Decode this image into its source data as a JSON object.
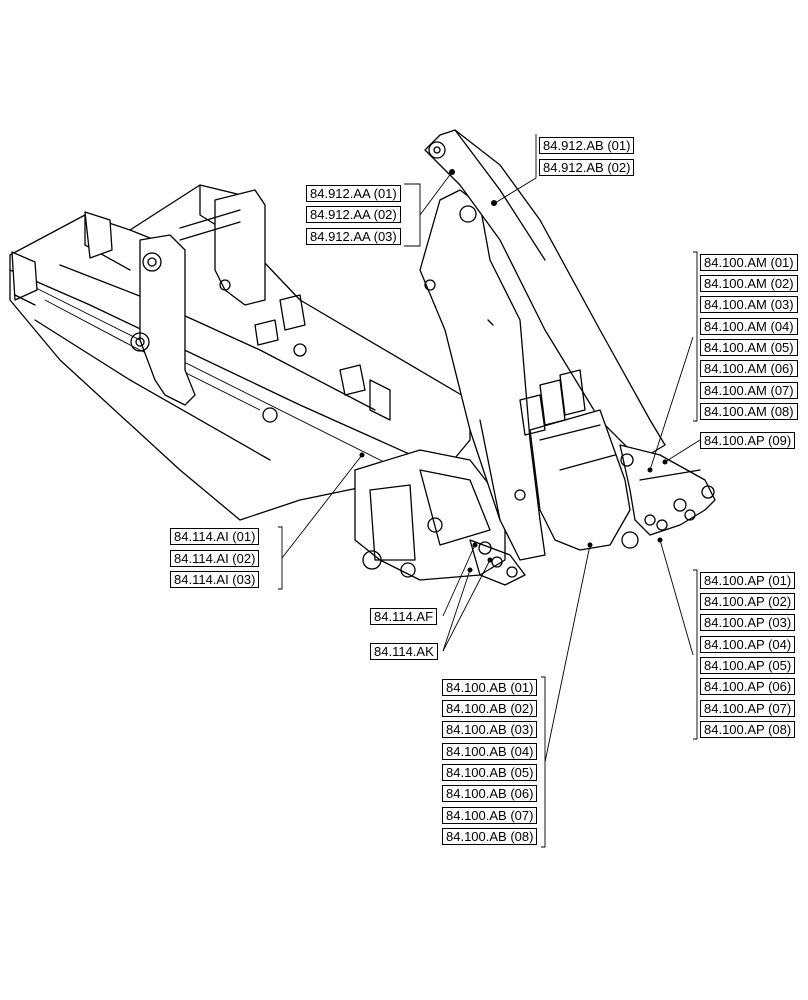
{
  "groups": {
    "g912ab": [
      "84.912.AB (01)",
      "84.912.AB (02)"
    ],
    "g912aa": [
      "84.912.AA (01)",
      "84.912.AA (02)",
      "84.912.AA (03)"
    ],
    "g100am": [
      "84.100.AM (01)",
      "84.100.AM (02)",
      "84.100.AM (03)",
      "84.100.AM (04)",
      "84.100.AM (05)",
      "84.100.AM (06)",
      "84.100.AM (07)",
      "84.100.AM (08)"
    ],
    "g100ap9": [
      "84.100.AP (09)"
    ],
    "g114ai": [
      "84.114.AI (01)",
      "84.114.AI (02)",
      "84.114.AI (03)"
    ],
    "g114af": [
      "84.114.AF"
    ],
    "g114ak": [
      "84.114.AK"
    ],
    "g100ap": [
      "84.100.AP (01)",
      "84.100.AP (02)",
      "84.100.AP (03)",
      "84.100.AP (04)",
      "84.100.AP (05)",
      "84.100.AP (06)",
      "84.100.AP (07)",
      "84.100.AP (08)"
    ],
    "g100ab": [
      "84.100.AB (01)",
      "84.100.AB (02)",
      "84.100.AB (03)",
      "84.100.AB (04)",
      "84.100.AB (05)",
      "84.100.AB (06)",
      "84.100.AB (07)",
      "84.100.AB (08)"
    ]
  }
}
